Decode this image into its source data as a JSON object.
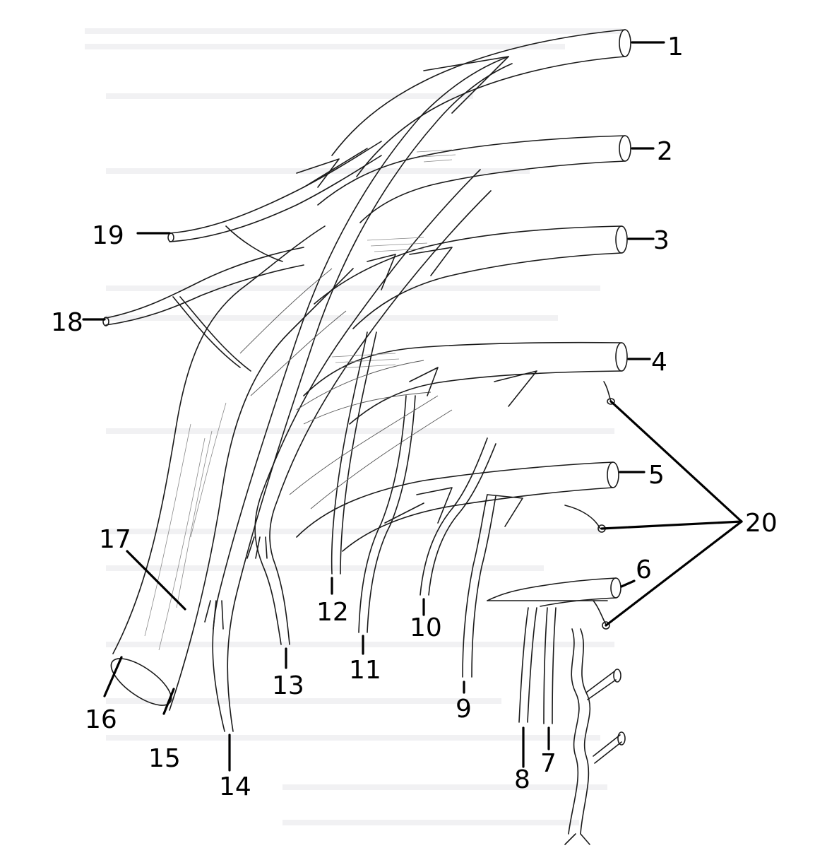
{
  "labels": [
    {
      "id": "1",
      "text": "1"
    },
    {
      "id": "2",
      "text": "2"
    },
    {
      "id": "3",
      "text": "3"
    },
    {
      "id": "4",
      "text": "4"
    },
    {
      "id": "5",
      "text": "5"
    },
    {
      "id": "6",
      "text": "6"
    },
    {
      "id": "7",
      "text": "7"
    },
    {
      "id": "8",
      "text": "8"
    },
    {
      "id": "9",
      "text": "9"
    },
    {
      "id": "10",
      "text": "10"
    },
    {
      "id": "11",
      "text": "11"
    },
    {
      "id": "12",
      "text": "12"
    },
    {
      "id": "13",
      "text": "13"
    },
    {
      "id": "14",
      "text": "14"
    },
    {
      "id": "15",
      "text": "15"
    },
    {
      "id": "16",
      "text": "16"
    },
    {
      "id": "17",
      "text": "17"
    },
    {
      "id": "18",
      "text": "18"
    },
    {
      "id": "19",
      "text": "19"
    },
    {
      "id": "20",
      "text": "20"
    }
  ],
  "colors": {
    "background": "#ffffff",
    "outline": "#1a1a1a",
    "label": "#000000",
    "faint_text": "#e7e7ea"
  }
}
